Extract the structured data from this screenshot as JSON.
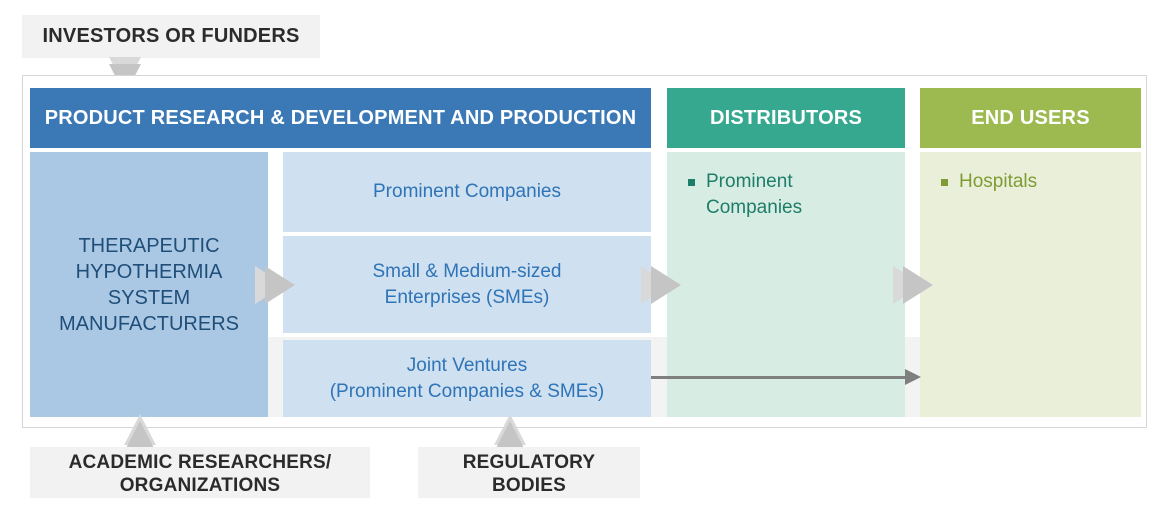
{
  "external_labels": {
    "investors": "INVESTORS OR FUNDERS",
    "academic": {
      "line1": "ACADEMIC RESEARCHERS/",
      "line2": "ORGANIZATIONS"
    },
    "regulatory": {
      "line1": "REGULATORY",
      "line2": "BODIES"
    }
  },
  "stages": {
    "rnd": {
      "header": "PRODUCT RESEARCH & DEVELOPMENT AND PRODUCTION",
      "manufacturers_box": "THERAPEUTIC HYPOTHERMIA SYSTEM MANUFACTURERS",
      "company_types": {
        "prominent": "Prominent Companies",
        "sme": {
          "line1": "Small & Medium-sized",
          "line2": "Enterprises (SMEs)"
        },
        "joint": {
          "line1": "Joint Ventures",
          "line2": "(Prominent Companies & SMEs)"
        }
      }
    },
    "distributors": {
      "header": "DISTRIBUTORS",
      "items": [
        {
          "label": "Prominent Companies"
        }
      ]
    },
    "end_users": {
      "header": "END USERS",
      "items": [
        {
          "label": "Hospitals"
        }
      ]
    }
  },
  "colors": {
    "rnd_header_bg": "#3B79B6",
    "distributors_header_bg": "#37A890",
    "end_users_header_bg": "#9CBA50",
    "manufacturers_box_bg": "#AAC8E4",
    "company_box_bg": "#CFE0F1",
    "distributors_box_bg": "#D7EDE3",
    "end_users_box_bg": "#EAEFDA",
    "manufacturers_text": "#1F4E79",
    "company_text": "#2E74B6",
    "distributors_text": "#1E7D68",
    "end_users_text": "#7E9C33",
    "external_label_bg": "#F2F2F2",
    "external_label_text": "#2B2B2B",
    "flow_arrow_gray": "#C9C9C9",
    "thin_arrow_gray": "#7F7F7F"
  }
}
